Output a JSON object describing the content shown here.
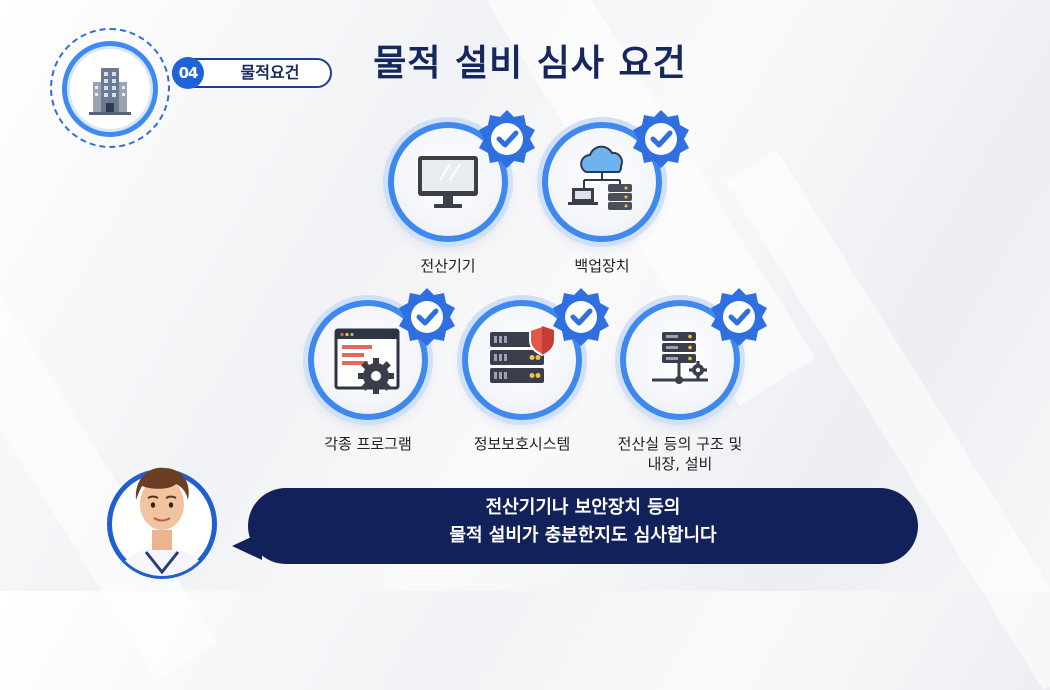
{
  "section": {
    "number": "04",
    "label": "물적요건"
  },
  "title": "물적 설비 심사 요건",
  "items": [
    {
      "label": "전산기기",
      "icon": "monitor-icon"
    },
    {
      "label": "백업장치",
      "icon": "cloud-backup-icon"
    },
    {
      "label": "각종 프로그램",
      "icon": "program-gear-icon"
    },
    {
      "label": "정보보호시스템",
      "icon": "server-shield-icon"
    },
    {
      "label": "전산실 등의 구조 및 내장, 설비",
      "label_lines": [
        "전산실 등의 구조 및",
        "내장, 설비"
      ],
      "icon": "server-network-icon"
    }
  ],
  "subtitle": {
    "lines": [
      "전산기기나 보안장치 등의",
      "물적 설비가 충분한지도 심사합니다"
    ]
  },
  "colors": {
    "accent": "#3f88ee",
    "navy": "#13215a",
    "check": "#2f6fe0"
  }
}
